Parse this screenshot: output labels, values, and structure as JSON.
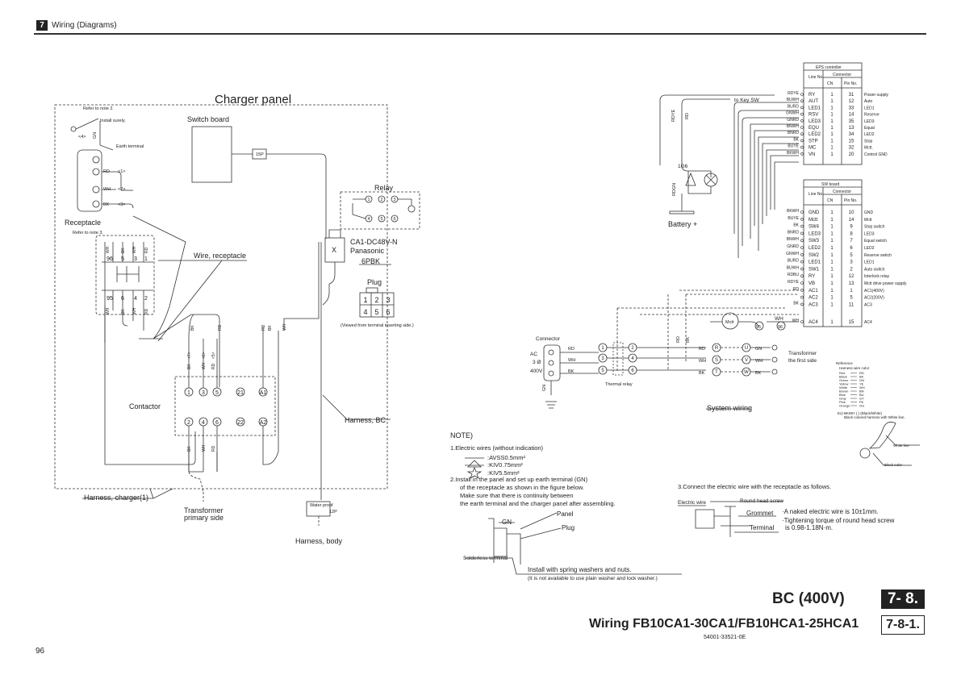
{
  "header": {
    "chapter_number": "7",
    "chapter_title": "Wiring (Diagrams)"
  },
  "footer": {
    "section_title": "BC (400V)",
    "section_number": "7- 8.",
    "subsection_title": "Wiring FB10CA1-30CA1/FB10HCA1-25HCA1",
    "subsection_number": "7-8-1.",
    "drawing_number": "54001-33521-0E",
    "page_number": "96"
  },
  "charger_panel": {
    "title": "Charger panel",
    "refer_note2": "Refer to note 2.",
    "install_surely": "Install surely.",
    "earth_code": "<4>",
    "earth_label": "GN",
    "earth_terminal": "Earth terminal",
    "switch_board": "Switch board",
    "connector_15p": "15P",
    "receptacle": "Receptacle",
    "refer_note3": "Refer to note 3.",
    "receptacle_wires": [
      {
        "color": "RD",
        "code": "<1>"
      },
      {
        "color": "WH",
        "code": "<2>"
      },
      {
        "color": "BK",
        "code": "<3>"
      }
    ],
    "wire_receptacle": "Wire, receptacle",
    "relay": "Relay",
    "relay_model": "CA1-DC48V-N",
    "relay_maker": "Panasonic",
    "relay_plug": "6PBK",
    "relay_x": "X",
    "plug_label": "Plug",
    "plug_pins_row1": [
      "1",
      "2",
      "3"
    ],
    "plug_pins_row2": [
      "4",
      "5",
      "6"
    ],
    "plug_note": "(Viewed from terminal inserting side.)",
    "relay_pins": [
      "1",
      "2",
      "3",
      "4",
      "5",
      "6"
    ],
    "receptacle_terminals_top": [
      "96",
      "5",
      "3",
      "1"
    ],
    "receptacle_terminals_bottom": [
      "95",
      "6",
      "4",
      "2"
    ],
    "receptacle_wire_top": [
      "WH",
      "BK",
      "WH",
      "RD"
    ],
    "receptacle_wire_bottom": [
      "WH",
      "BK",
      "WH",
      "RD"
    ],
    "contactor": "Contactor",
    "contactor_top": [
      "1",
      "3",
      "5",
      "21",
      "A1"
    ],
    "contactor_bottom": [
      "2",
      "4",
      "6",
      "22",
      "A2"
    ],
    "contactor_wires_top": [
      "BK",
      "WH",
      "RD"
    ],
    "contactor_wire_codes": [
      "<7>",
      "<6>",
      "<5>"
    ],
    "contactor_wires_bottom": [
      "BK",
      "WH",
      "RD"
    ],
    "side_wires": [
      "BK",
      "RD",
      "RD",
      "BK",
      "WH"
    ],
    "harness_bc": "Harness, BC",
    "harness_charger": "Harness, charger(1)",
    "transformer_primary_1": "Transformer",
    "transformer_primary_2": "primary side",
    "water_proof": "Water proof",
    "water_proof_conn": "12P",
    "harness_body": "Harness, body"
  },
  "system_wiring": {
    "title": "System wiring",
    "to_key_sw": "to Key SW",
    "key_wire_1": "RDYE",
    "key_wire_2": "RD",
    "fuse": "1G6",
    "battery_wire": "RDGN",
    "battery": "Battery +",
    "connector": "Connector",
    "ac_label": "AC",
    "phase": "3 Ø",
    "voltage": "400V",
    "gn": "GN",
    "thermal_relay": "Thermal relay",
    "thermal_pins": [
      "1",
      "2",
      "3",
      "4",
      "5",
      "6"
    ],
    "input_wires": [
      "RD",
      "WH",
      "BK"
    ],
    "output_wires": [
      "RD",
      "WH",
      "BK"
    ],
    "rst": [
      "R",
      "S",
      "T"
    ],
    "uvw": [
      "U",
      "V",
      "W"
    ],
    "uvw_wires": [
      "GN",
      "WH",
      "BK"
    ],
    "transformer_1": "Transformer",
    "transformer_2": "the first side",
    "mctt": "Mctt",
    "connector_95": "95",
    "connector_96": "96",
    "wh_label": "WH",
    "rd_bk": [
      "RD",
      "BK"
    ]
  },
  "eps_table": {
    "title": "EPS controller",
    "col_line": "Line No.",
    "col_connector": "Connector",
    "col_cn": "CN",
    "col_pin": "Pin No.",
    "rows": [
      {
        "wire": "RDYE",
        "line": "RY",
        "cn": "1",
        "pin": "31",
        "func": "Power supply"
      },
      {
        "wire": "BUWH",
        "line": "AUT",
        "cn": "1",
        "pin": "12",
        "func": "Auto"
      },
      {
        "wire": "BURD",
        "line": "LED1",
        "cn": "1",
        "pin": "33",
        "func": "LED1"
      },
      {
        "wire": "GNWH",
        "line": "RSV",
        "cn": "1",
        "pin": "14",
        "func": "Reserve"
      },
      {
        "wire": "GNRD",
        "line": "LED3",
        "cn": "1",
        "pin": "35",
        "func": "LED3"
      },
      {
        "wire": "BNWH",
        "line": "EQU",
        "cn": "1",
        "pin": "13",
        "func": "Equal"
      },
      {
        "wire": "BNRD",
        "line": "LED2",
        "cn": "1",
        "pin": "34",
        "func": "LED2"
      },
      {
        "wire": "BK",
        "line": "STP",
        "cn": "1",
        "pin": "15",
        "func": "Stop"
      },
      {
        "wire": "BUYE",
        "line": "MC",
        "cn": "1",
        "pin": "32",
        "func": "Mctt."
      },
      {
        "wire": "BKWH",
        "line": "VN",
        "cn": "1",
        "pin": "20",
        "func": "Control GND"
      }
    ]
  },
  "sw_table": {
    "title": "SW board",
    "col_line": "Line No.",
    "col_connector": "Connector",
    "col_cn": "CN",
    "col_pin": "Pin No.",
    "rows": [
      {
        "wire": "BKWH",
        "line": "GND",
        "cn": "1",
        "pin": "10",
        "func": "GND"
      },
      {
        "wire": "BUYE",
        "line": "Mctt",
        "cn": "1",
        "pin": "14",
        "func": "Mctt"
      },
      {
        "wire": "BK",
        "line": "SW4",
        "cn": "1",
        "pin": "9",
        "func": "Stop switch"
      },
      {
        "wire": "BNRD",
        "line": "LED3",
        "cn": "1",
        "pin": "8",
        "func": "LED3"
      },
      {
        "wire": "BNWH",
        "line": "SW3",
        "cn": "1",
        "pin": "7",
        "func": "Equal switch"
      },
      {
        "wire": "GNRD",
        "line": "LED2",
        "cn": "1",
        "pin": "6",
        "func": "LED2"
      },
      {
        "wire": "GNWH",
        "line": "SW2",
        "cn": "1",
        "pin": "5",
        "func": "Reserve switch"
      },
      {
        "wire": "BURD",
        "line": "LED1",
        "cn": "1",
        "pin": "3",
        "func": "LED1"
      },
      {
        "wire": "BUWH",
        "line": "SW1",
        "cn": "1",
        "pin": "2",
        "func": "Auto switch"
      },
      {
        "wire": "RDBU",
        "line": "RY",
        "cn": "1",
        "pin": "12",
        "func": "Interlock relay"
      },
      {
        "wire": "RDYE",
        "line": "VB",
        "cn": "1",
        "pin": "13",
        "func": "Mctt drive power supply"
      },
      {
        "wire": "RD",
        "line": "AC1",
        "cn": "1",
        "pin": "1",
        "func": "AC1(400V)"
      },
      {
        "wire": "",
        "line": "AC2",
        "cn": "1",
        "pin": "5",
        "func": "AC2(200V)"
      },
      {
        "wire": "BK",
        "line": "AC3",
        "cn": "1",
        "pin": "11",
        "func": "AC3"
      },
      {
        "wire": "WH",
        "line": "AC4",
        "cn": "1",
        "pin": "15",
        "func": "AC4"
      }
    ]
  },
  "reference": {
    "title": "Reference",
    "subtitle": "Harness wire color",
    "colors": [
      [
        "Red",
        "RD"
      ],
      [
        "Black",
        "BK"
      ],
      [
        "Green",
        "GN"
      ],
      [
        "Yellow",
        "YE"
      ],
      [
        "White",
        "WH"
      ],
      [
        "Brown",
        "BN"
      ],
      [
        "Blue",
        "BU"
      ],
      [
        "Gray",
        "GY"
      ],
      [
        "Pink",
        "PK"
      ],
      [
        "Orange",
        "OG"
      ]
    ],
    "note_1": "Ex) BKWH ( ) (Black/White)",
    "note_2": "Black colored harness with White line.",
    "white_line": "White line",
    "black_color": "Black color"
  },
  "note": {
    "title": "NOTE)",
    "item1": "1.Electric wires (without indication)",
    "legend": [
      ":AVSS0.5mm²",
      ":KIV0.75mm²",
      ":KIV5.5mm²"
    ],
    "item2_lines": [
      "2.Install in the panel and set up earth terminal (GN)",
      "of the receptacle as shown in the figure below.",
      "Make sure that there is continuity between",
      "the earth terminal and the charger panel after assembling."
    ],
    "fig2_panel": "Panel",
    "fig2_gn": "GN",
    "fig2_plug": "Plug",
    "fig2_solderless": "Solderless terminal",
    "fig2_washers": "Install with spring washers and nuts.",
    "fig2_washers_note": "(It is not available to use plain washer and lock washer.)",
    "item3": "3.Connect the electric wire with the receptacle as follows.",
    "fig3_electric_wire": "Electric wire",
    "fig3_screw": "Round head screw",
    "fig3_grommet": "Grommet",
    "fig3_terminal": "Terminal",
    "fig3_text1": "·A naked electric wire is 10±1mm.",
    "fig3_text2": "·Tightening torque of round head screw",
    "fig3_text3": "is 0.98-1.18N·m."
  }
}
